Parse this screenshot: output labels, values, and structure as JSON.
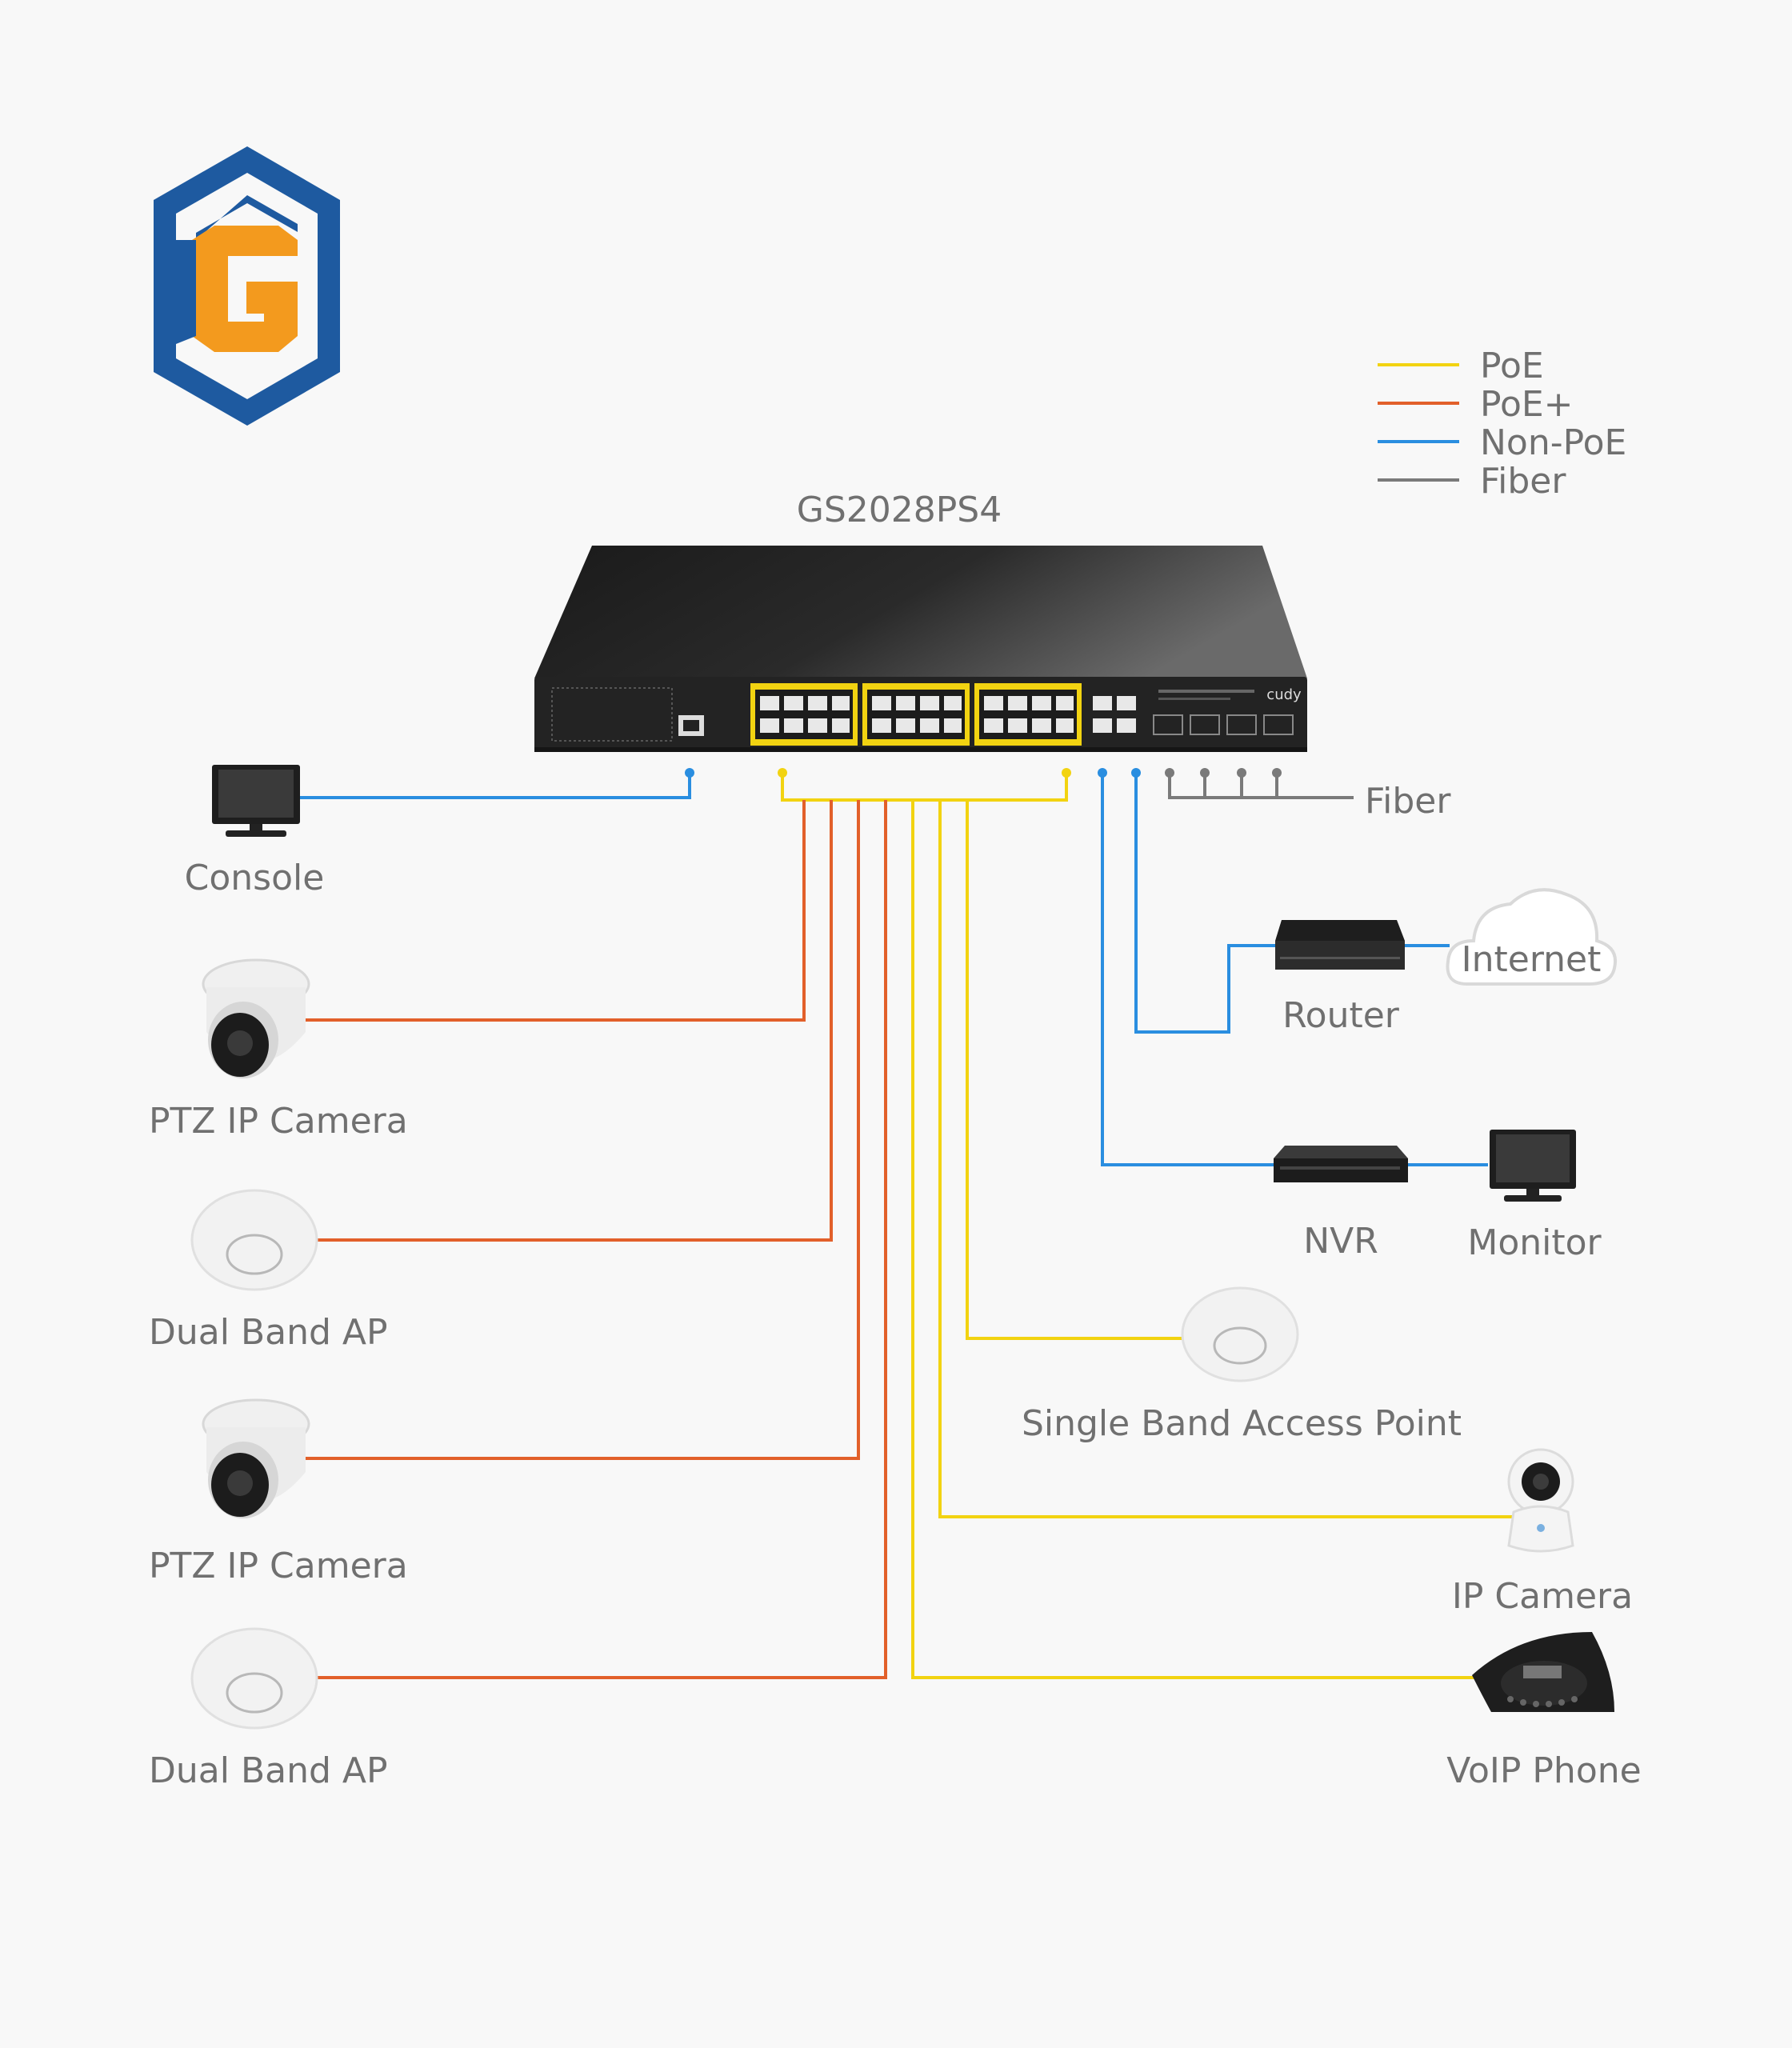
{
  "diagram": {
    "device_model": "GS2028PS4",
    "switch_brand": "cudy",
    "legend": [
      {
        "key": "poe",
        "label": "PoE",
        "color": "#f2d311"
      },
      {
        "key": "poe_plus",
        "label": "PoE+",
        "color": "#e2602a"
      },
      {
        "key": "non_poe",
        "label": "Non-PoE",
        "color": "#2a8ee0"
      },
      {
        "key": "fiber",
        "label": "Fiber",
        "color": "#7a7a7a"
      }
    ],
    "devices": {
      "console": "Console",
      "ptz_camera_1": "PTZ IP Camera",
      "dual_band_ap_1": "Dual Band AP",
      "ptz_camera_2": "PTZ IP Camera",
      "dual_band_ap_2": "Dual Band AP",
      "fiber": "Fiber",
      "router": "Router",
      "internet": "Internet",
      "nvr": "NVR",
      "monitor": "Monitor",
      "single_band_ap": "Single Band Access Point",
      "ip_camera": "IP Camera",
      "voip_phone": "VoIP Phone"
    },
    "colors": {
      "logo_blue": "#1e5aa0",
      "logo_orange": "#f39a1e",
      "switch_body": "#2a2a2a"
    }
  }
}
